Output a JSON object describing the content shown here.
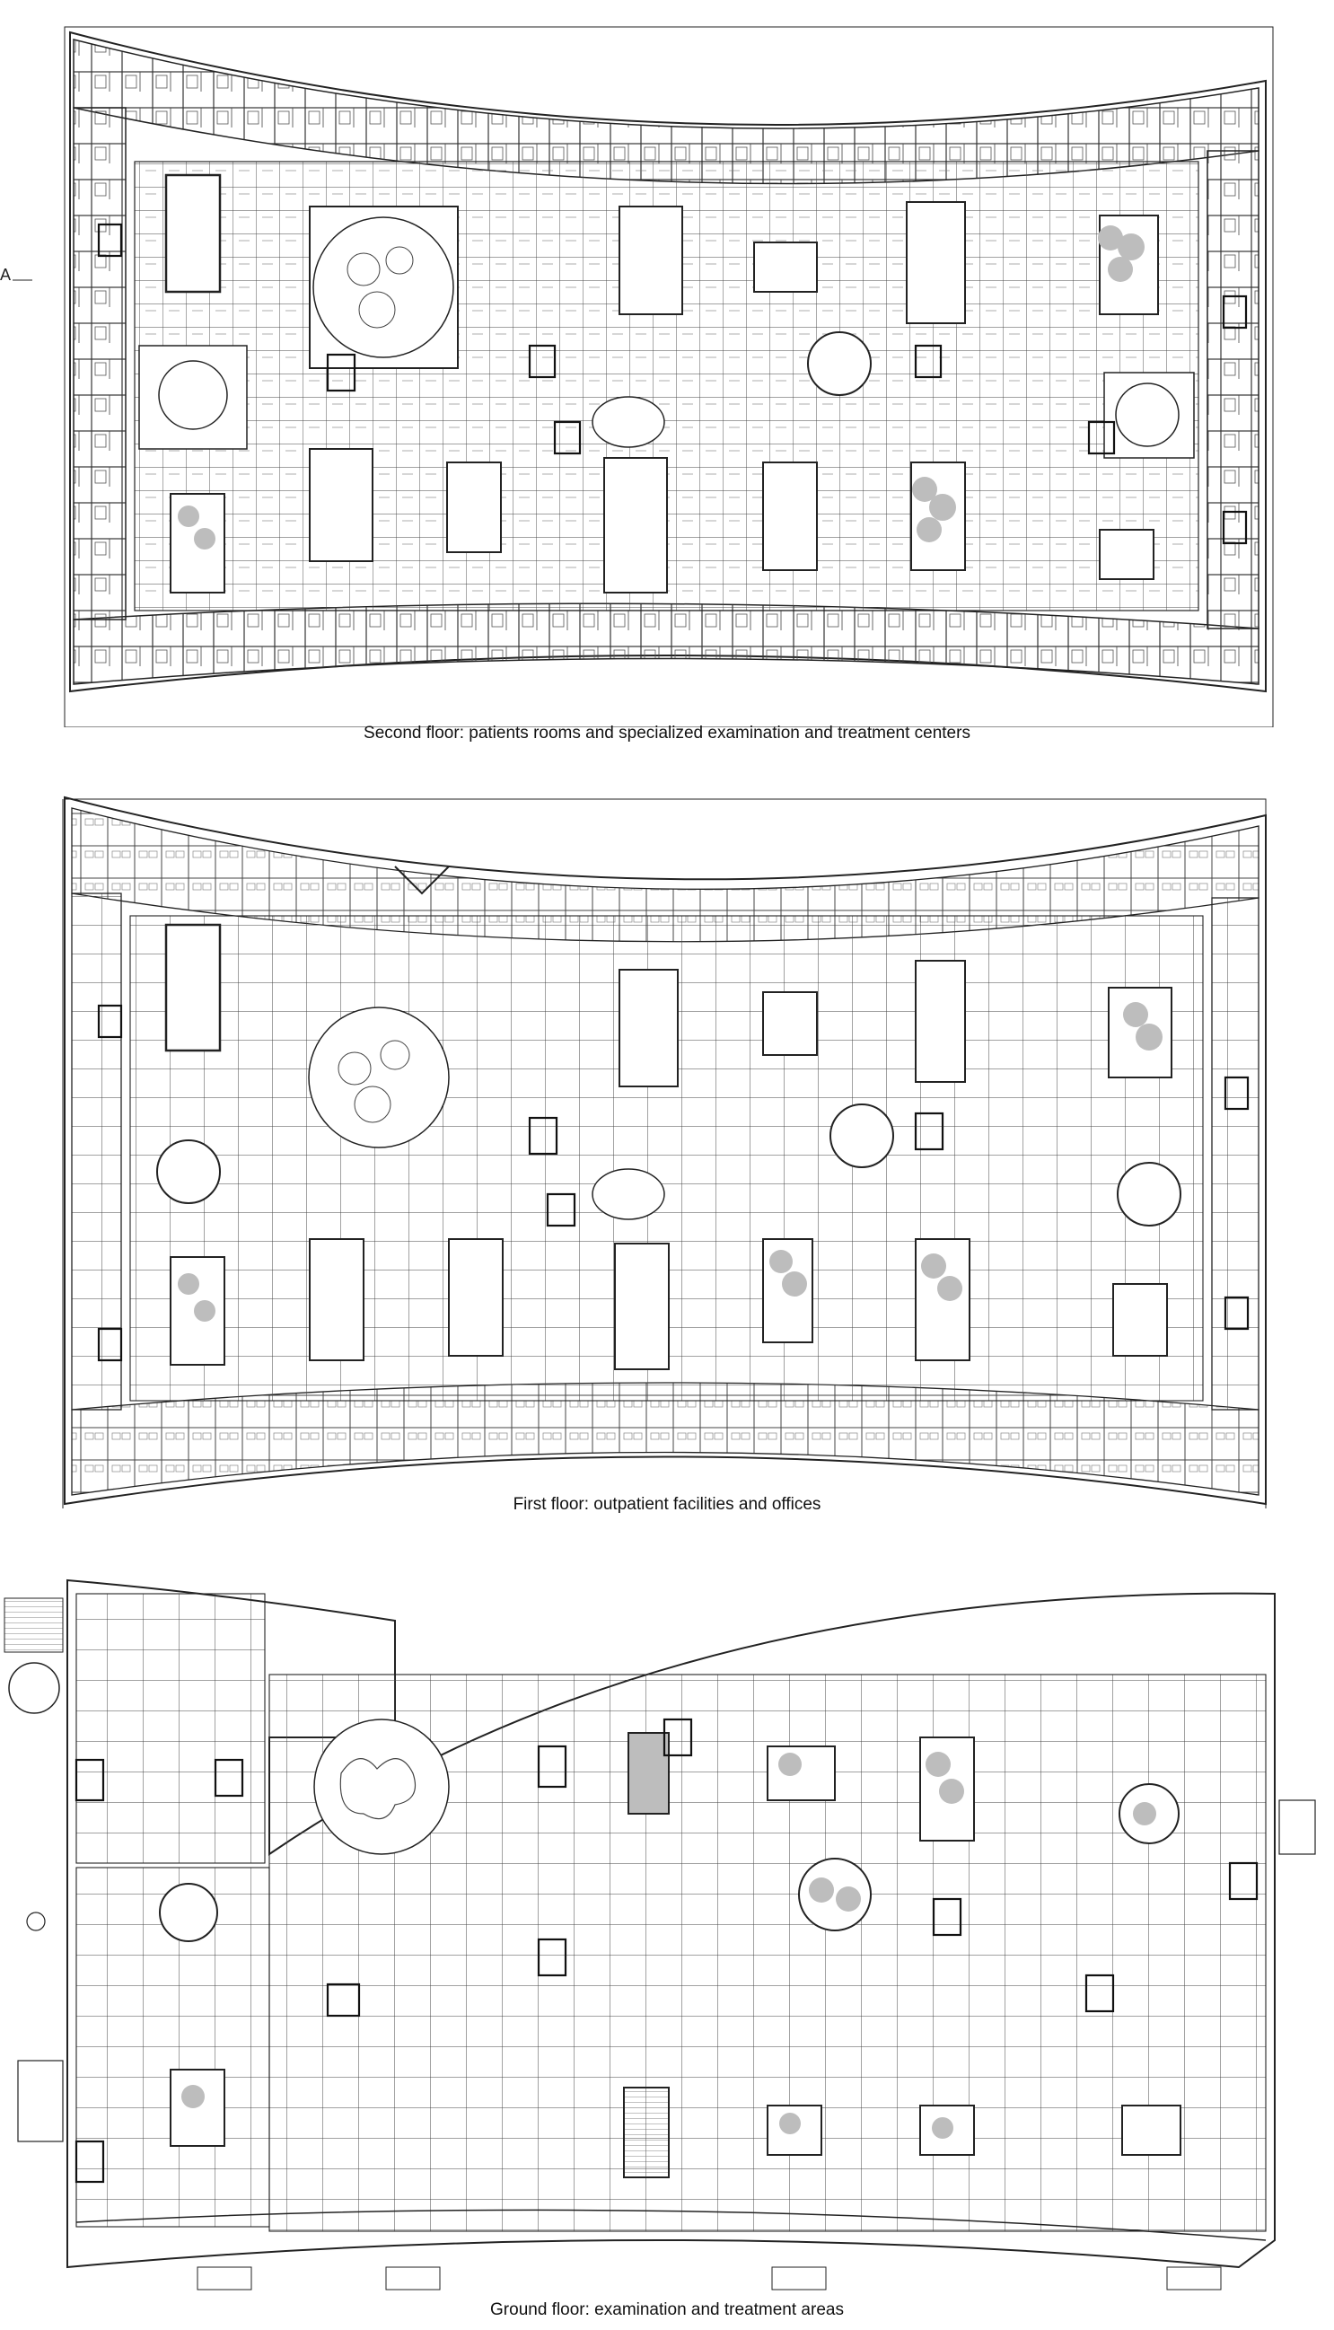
{
  "captions": {
    "second": "Second floor: patients rooms and specialized examination and treatment centers",
    "first": "First floor: outpatient facilities and offices",
    "ground": "Ground floor: examination and treatment areas"
  },
  "section_marker": "A",
  "colors": {
    "line": "#222222",
    "fill": "#bdbdbd",
    "background": "#ffffff"
  }
}
